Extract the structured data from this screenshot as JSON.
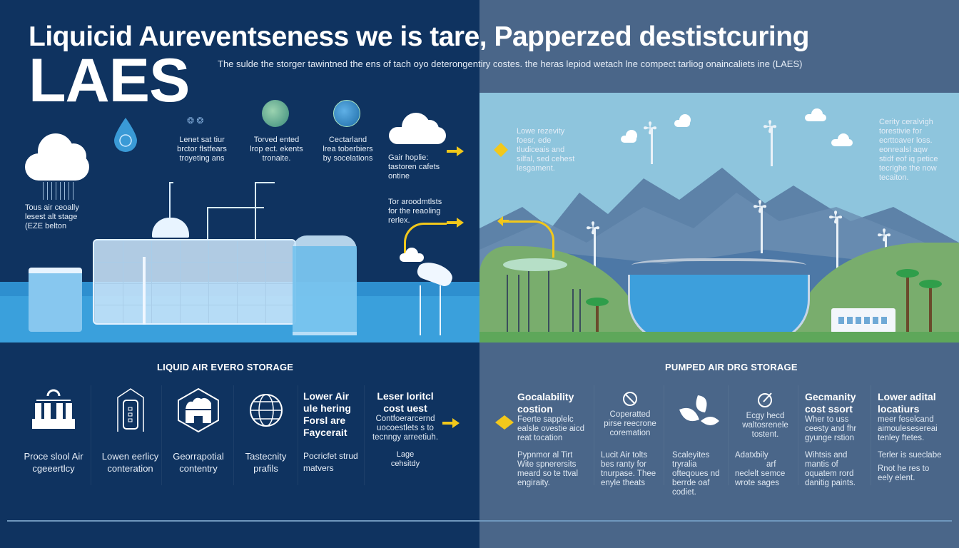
{
  "header": {
    "title": "Liquicid Aureventseness we is tare, Papperzed destistcuring",
    "acronym": "LAES",
    "subtitle": "The sulde the storger tawintned the ens of tach oyo deterongentiry costes. the heras lepiod wetach lne compect tarliog onaincaliets ine (LAES)"
  },
  "left_panel": {
    "background": "#0f3360",
    "notes": {
      "cloud_note": [
        "Tous air ceoally",
        "lesest alt stage",
        "(EZE belton"
      ],
      "drop_note": [
        "Lenet sat tiur",
        "brctor flstfears",
        "troyeting ans"
      ],
      "globe1_note": [
        "Torved ented",
        "lrop ect. ekents",
        "tronaite."
      ],
      "globe2_note": [
        "Cectarland",
        "lrea toberbiers",
        "by socelations"
      ],
      "cloud2_note": [
        "Gair hoplie:",
        "tastoren cafets",
        "ontine"
      ],
      "arrow_note": [
        "Tor aroodmtlsts",
        "for the reaoling",
        "rerlex."
      ]
    },
    "section_title": "LIQUID AIR EVERO STORAGE",
    "cards": [
      {
        "icon": "tank-array-icon",
        "label": [
          "Proce slool Air",
          "cgeeertlcy"
        ]
      },
      {
        "icon": "cylinder-tank-icon",
        "label": [
          "Lowen eerlicy",
          "conteration"
        ]
      },
      {
        "icon": "hexagon-factory-icon",
        "label": [
          "Georrapotial",
          "contentry"
        ]
      },
      {
        "icon": "globe-wire-icon",
        "label": [
          "Tastecnity",
          "prafils"
        ]
      },
      {
        "head": [
          "Lower Air",
          "ule hering",
          "Forsl are",
          "Faycerait"
        ],
        "label": [
          "Pocricfet strud",
          "matvers"
        ]
      },
      {
        "head": [
          "Leser loritcl",
          "cost uest"
        ],
        "body": [
          "Contfoerarcernd",
          "uocoestlets s to",
          "tecnngy arreetiuh."
        ],
        "label": [
          "Lage",
          "cehsitdy"
        ]
      }
    ]
  },
  "right_panel": {
    "background": "#4a6689",
    "notes": {
      "left_note": [
        "Lowe rezevity",
        "foesr, ede",
        "tludiceais and",
        "silfal, sed cehest",
        "lesgament."
      ],
      "right_note": [
        "Cerity ceralvigh",
        "torestivie for",
        "ecrttoaver loss.",
        "eonrealsl aqw",
        "stidf eof iq petice",
        "tecrighe the now",
        "tecaiton."
      ]
    },
    "section_title": "PUMPED AIR DRG STORAGE",
    "cards": [
      {
        "head": [
          "Gocalability",
          "costion"
        ],
        "body": [
          "Feerte sapplelc",
          "ealsle ovestie aicd",
          "reat tocation"
        ],
        "detail": [
          "Pypnmor al Tirt",
          "Wite spnerersits",
          "meard so te ttval",
          "engiraity."
        ]
      },
      {
        "icon": "no-tool-icon",
        "body": [
          "Coperatted",
          "pirse reecrone",
          "coremation"
        ],
        "detail": [
          "Lucit Air tolts",
          "bes ranty for",
          "tnurpase. Thee",
          "enyle theats"
        ]
      },
      {
        "icon": "leaves-icon",
        "detail": [
          "Scaleyites",
          "tryralia",
          "ofteqoues nd",
          "berrde oaf",
          "codiet."
        ]
      },
      {
        "icon": "gauge-icon",
        "body": [
          "Ecgy hecd",
          "waltosrenele",
          "tostent."
        ],
        "detail": [
          "Adatxbily",
          "arf",
          "neclelt semce",
          "wrote sages"
        ]
      },
      {
        "head": [
          "Gecmanity",
          "cost ssort"
        ],
        "body": [
          "Wher to uss",
          "ceesty and fhr",
          "gyunge rstion"
        ],
        "detail": [
          "Wihtsis and",
          "mantis of",
          "oquatem rord",
          "danitig paints."
        ]
      },
      {
        "head": [
          "Lower adital",
          "locatiurs"
        ],
        "body": [
          "meer feselcand",
          "aimoulesesereai",
          "tenley ftetes."
        ],
        "detail": [
          "Terler is sueclabe",
          "",
          "Rnot he res to",
          "eely elent."
        ]
      }
    ]
  },
  "colors": {
    "accent_arrow": "#f2c81b",
    "water": "#3aa0dc",
    "sky": "#8ec5dd",
    "hill": "#79ad6d",
    "mountain": "#5b7fa4",
    "divider_line": "#6f97bd"
  }
}
